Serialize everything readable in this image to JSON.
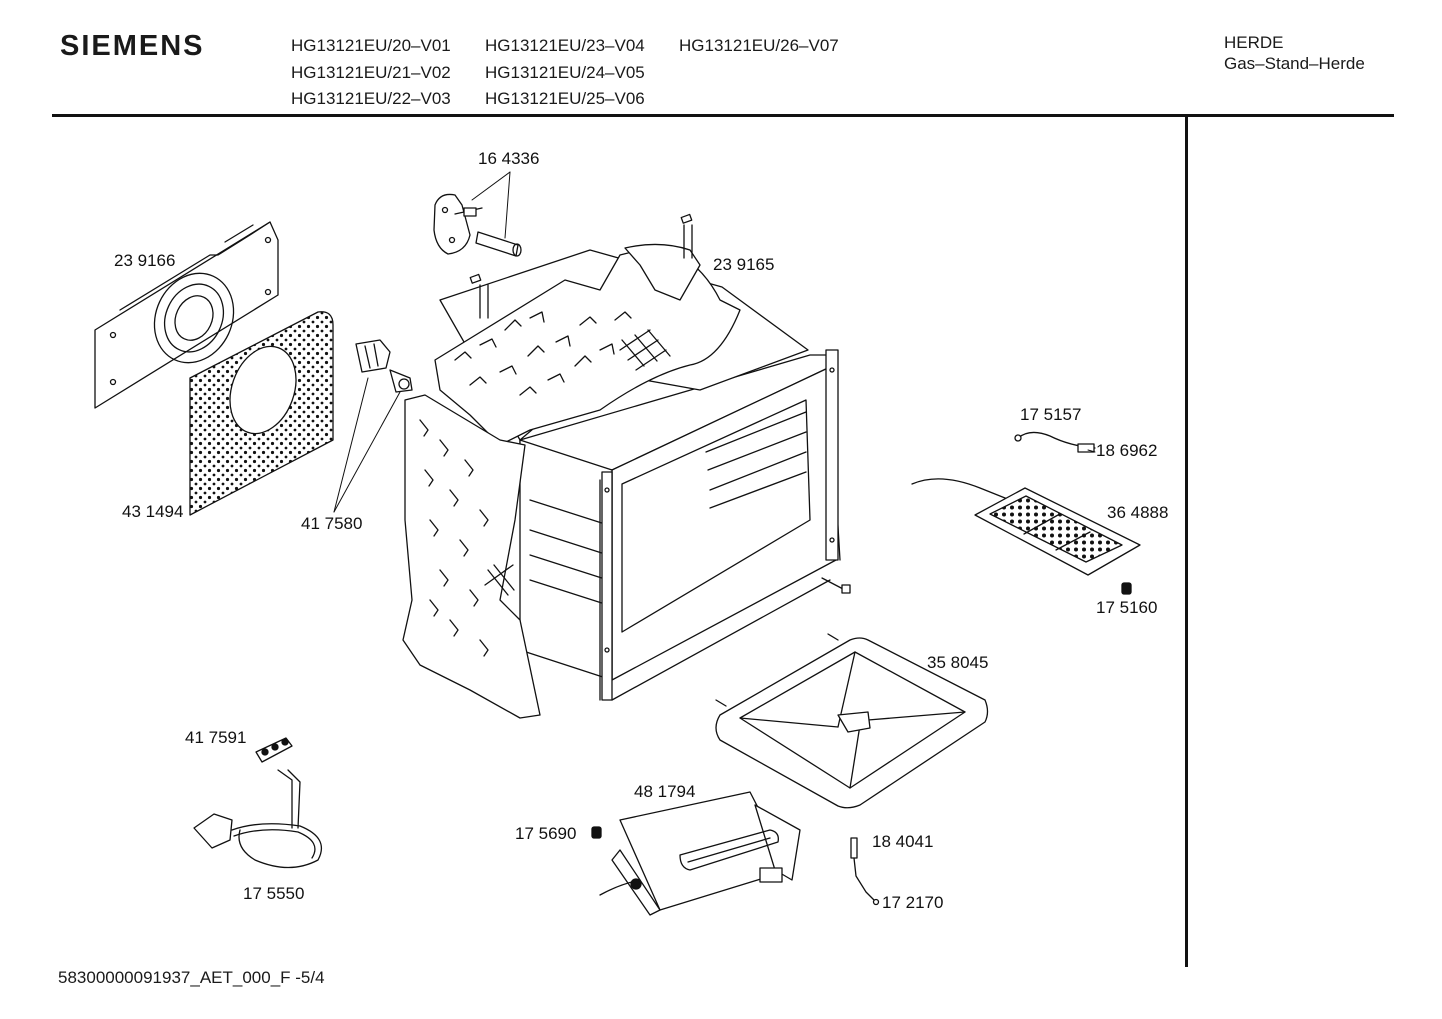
{
  "header": {
    "brand": "SIEMENS",
    "models": [
      [
        "HG13121EU/20–V01",
        "HG13121EU/23–V04",
        "HG13121EU/26–V07"
      ],
      [
        "HG13121EU/21–V02",
        "HG13121EU/24–V05",
        ""
      ],
      [
        "HG13121EU/22–V03",
        "HG13121EU/25–V06",
        ""
      ]
    ],
    "category": "HERDE",
    "subcategory": "Gas–Stand–Herde"
  },
  "parts": {
    "p164336": "16 4336",
    "p239166": "23 9166",
    "p239165": "23 9165",
    "p431494": "43 1494",
    "p417580": "41 7580",
    "p175157": "17 5157",
    "p186962": "18 6962",
    "p364888": "36 4888",
    "p175160": "17 5160",
    "p358045": "35 8045",
    "p417591": "41 7591",
    "p481794": "48 1794",
    "p175690": "17 5690",
    "p184041": "18 4041",
    "p172170": "17 2170",
    "p175550": "17 5550"
  },
  "footer": {
    "doc_id": "58300000091937_AET_000_F -5/4"
  }
}
